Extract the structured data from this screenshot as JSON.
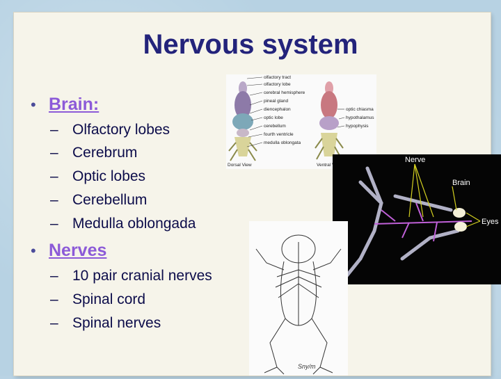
{
  "slide": {
    "title": "Nervous system",
    "bullets": [
      {
        "label": "Brain:",
        "items": [
          "Olfactory lobes",
          "Cerebrum",
          "Optic lobes",
          "Cerebellum",
          "Medulla oblongada"
        ]
      },
      {
        "label": "Nerves",
        "items": [
          "10 pair cranial nerves",
          "Spinal cord",
          "Spinal nerves"
        ]
      }
    ],
    "brain_diagram": {
      "labels_center": [
        "olfactory tract",
        "olfactory lobe",
        "cerebral hemisphere",
        "pineal gland",
        "diencephalon",
        "optic lobe",
        "cerebellum",
        "fourth ventricle",
        "medulla oblongata"
      ],
      "labels_right": [
        "optic chiasma",
        "hypothalamus",
        "hypophysis"
      ],
      "views": [
        "Dorsal View",
        "Ventral View"
      ]
    },
    "xray_labels": [
      "Nerve",
      "Brain",
      "Eyes"
    ],
    "frog_signature": "Sny/m"
  },
  "colors": {
    "title": "#23237b",
    "bullet_text": "#8c5ad8",
    "sub_text": "#0c0c4a",
    "background": "#b7d2e3",
    "paper": "#f6f4ea"
  }
}
